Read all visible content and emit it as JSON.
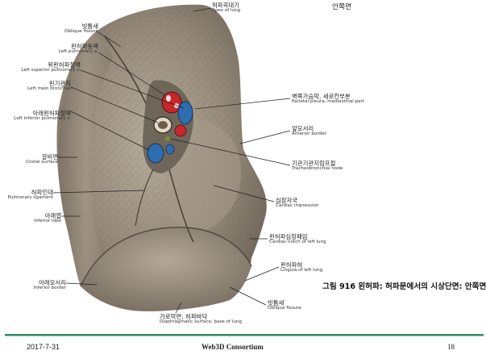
{
  "title": "안쪽면",
  "labels": {
    "apex": {
      "ko": "허파꼭대기",
      "en": "Apex of lung"
    },
    "oblique_fissure_top": {
      "ko": "빗틈새",
      "en": "Oblique fissure"
    },
    "pulm_artery": {
      "ko": "왼허파동맥",
      "en": "Left pulmonary a."
    },
    "sup_pulm_vein": {
      "ko": "위왼허파정맥",
      "en": "Left superior pulmonary v."
    },
    "main_bronchus": {
      "ko": "왼기관지",
      "en": "Left main bronchus"
    },
    "inf_pulm_vein": {
      "ko": "아래왼허파정맥",
      "en": "Left inferior pulmonary v."
    },
    "costal_surface": {
      "ko": "갈비면",
      "en": "Costal surface"
    },
    "pulm_ligament": {
      "ko": "허파인대",
      "en": "Pulmonary ligament"
    },
    "inferior_lobe": {
      "ko": "아래엽",
      "en": "Inferior lobe"
    },
    "inferior_border": {
      "ko": "아래모서리",
      "en": "Inferior border"
    },
    "parietal_pleura": {
      "ko": "벽쪽가슴막, 세로칸부분",
      "en": "Parietal pleura, mediastinal part"
    },
    "anterior_border": {
      "ko": "앞모서리",
      "en": "Anterior border"
    },
    "tracheobronchial_node": {
      "ko": "기관기관지림프절",
      "en": "Tracheobronchial node"
    },
    "cardiac_impression": {
      "ko": "심장자국",
      "en": "Cardiac impression"
    },
    "cardiac_notch": {
      "ko": "왼허파심장패임",
      "en": "Cardiac notch of left lung"
    },
    "lingula": {
      "ko": "왼허파혀",
      "en": "Lingula of left lung"
    },
    "oblique_fissure_bottom": {
      "ko": "빗틈새",
      "en": "Oblique fissure"
    },
    "diaphragmatic_surface": {
      "ko": "가로막면; 허파바닥",
      "en": "Diaphragmatic surface; base of lung"
    }
  },
  "caption": "그림 916 왼허파: 허파문에서의 시상단면: 안쪽면",
  "footer": {
    "date": "2017-7-31",
    "organization": "Web3D Consortium",
    "page_number": "18"
  },
  "colors": {
    "lung_tissue": "#8f8576",
    "lung_dark": "#5e564b",
    "lung_light": "#bdb3a3",
    "artery_red": "#c8262b",
    "vein_blue": "#2f6cb0",
    "footer_green": "#2e8b66"
  }
}
